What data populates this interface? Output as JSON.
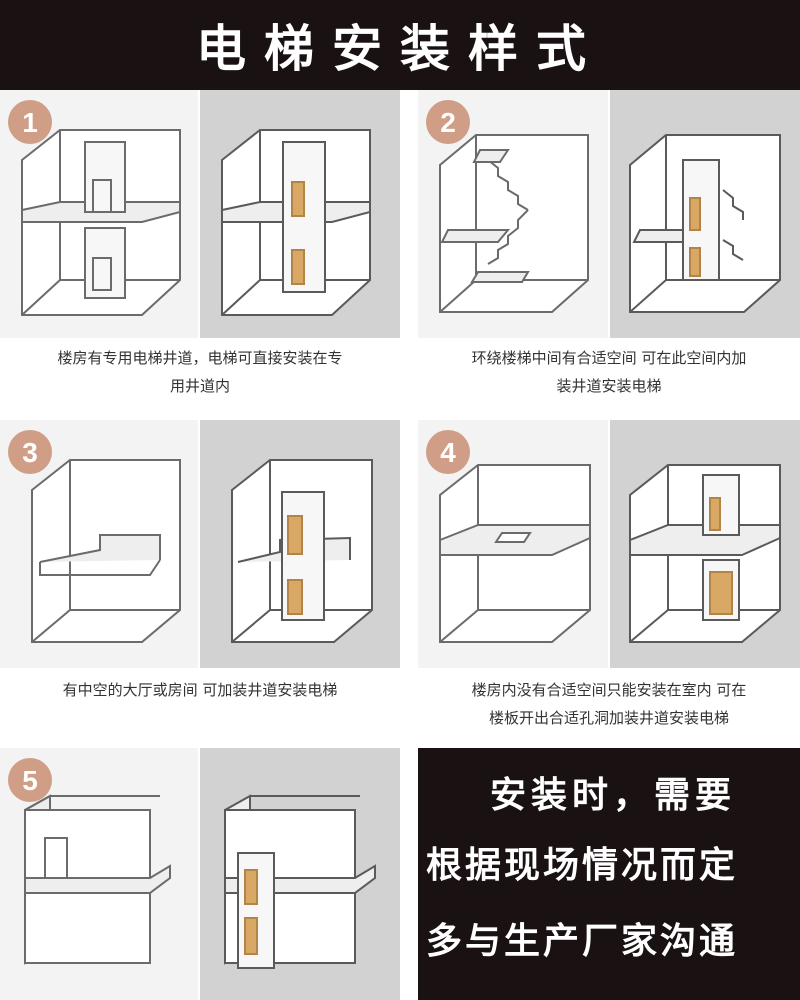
{
  "title": "电梯安装样式",
  "panels": [
    {
      "number": "1",
      "caption_lines": [
        "楼房有专用电梯井道，电梯可直接安装在专",
        "用井道内"
      ]
    },
    {
      "number": "2",
      "caption_lines": [
        "环绕楼梯中间有合适空间 可在此空间内加",
        "装井道安装电梯"
      ]
    },
    {
      "number": "3",
      "caption_lines": [
        "有中空的大厅或房间 可加装井道安装电梯"
      ]
    },
    {
      "number": "4",
      "caption_lines": [
        "楼房内没有合适空间只能安装在室内  可在",
        "楼板开出合适孔洞加装井道安装电梯"
      ]
    },
    {
      "number": "5",
      "caption_lines": []
    }
  ],
  "note_lines": [
    "安装时，需要",
    "根据现场情况而定",
    "多与生产厂家沟通"
  ],
  "colors": {
    "header_bg": "#1a1212",
    "badge": "#d09e87",
    "door": "#d9a864",
    "left_bg": "#f3f3f3",
    "right_bg": "#d2d2d2"
  }
}
